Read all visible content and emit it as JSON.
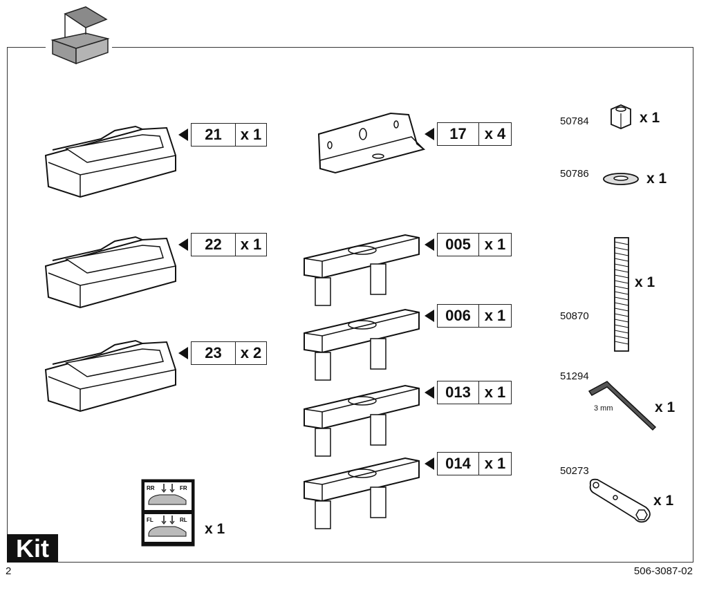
{
  "callouts": [
    {
      "num": "21",
      "qty": "x 1"
    },
    {
      "num": "22",
      "qty": "x 1"
    },
    {
      "num": "23",
      "qty": "x 2"
    },
    {
      "num": "17",
      "qty": "x 4"
    },
    {
      "num": "005",
      "qty": "x 1"
    },
    {
      "num": "006",
      "qty": "x 1"
    },
    {
      "num": "013",
      "qty": "x 1"
    },
    {
      "num": "014",
      "qty": "x 1"
    }
  ],
  "parts": [
    {
      "code": "50784",
      "qty": "x 1"
    },
    {
      "code": "50786",
      "qty": "x 1"
    },
    {
      "code": "50870",
      "qty": "x 1"
    },
    {
      "code": "51294",
      "qty": "x 1",
      "note": "3 mm"
    },
    {
      "code": "50273",
      "qty": "x 1"
    }
  ],
  "sticker": {
    "qty": "x 1",
    "labels": [
      "RR",
      "FR",
      "FL",
      "RL"
    ]
  },
  "kit_label": "Kit",
  "page_number": "2",
  "doc_number": "506-3087-02",
  "icons": [
    "box-icon",
    "foot-pad",
    "bracket",
    "clamp",
    "nut",
    "washer",
    "threaded-rod",
    "hex-key",
    "wrench",
    "position-sticker"
  ]
}
